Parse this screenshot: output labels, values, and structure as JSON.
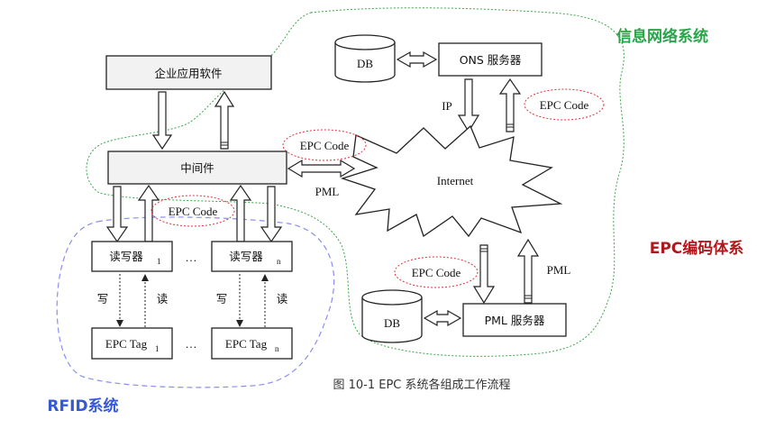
{
  "systems": {
    "info_network": "信息网络系统",
    "epc_coding": "EPC编码体系",
    "rfid": "RFID系统"
  },
  "nodes": {
    "enterprise_app": "企业应用软件",
    "middleware": "中间件",
    "db": "DB",
    "ons_server": "ONS 服务器",
    "internet": "Internet",
    "pml_server": "PML 服务器",
    "reader": "读写器",
    "reader_sub_1": "1",
    "reader_sub_n": "n",
    "ellipsis": "…",
    "tag": "EPC Tag",
    "tag_sub_1": "1",
    "tag_sub_n": "n"
  },
  "edge_labels": {
    "epc_code": "EPC Code",
    "ip": "IP",
    "pml": "PML",
    "write": "写",
    "read": "读"
  },
  "caption": "图 10-1 EPC 系统各组成工作流程",
  "colors": {
    "info_network": "#2aa34a",
    "epc_coding": "#b0181d",
    "rfid": "#3558d6",
    "oval": "#e0303a"
  }
}
